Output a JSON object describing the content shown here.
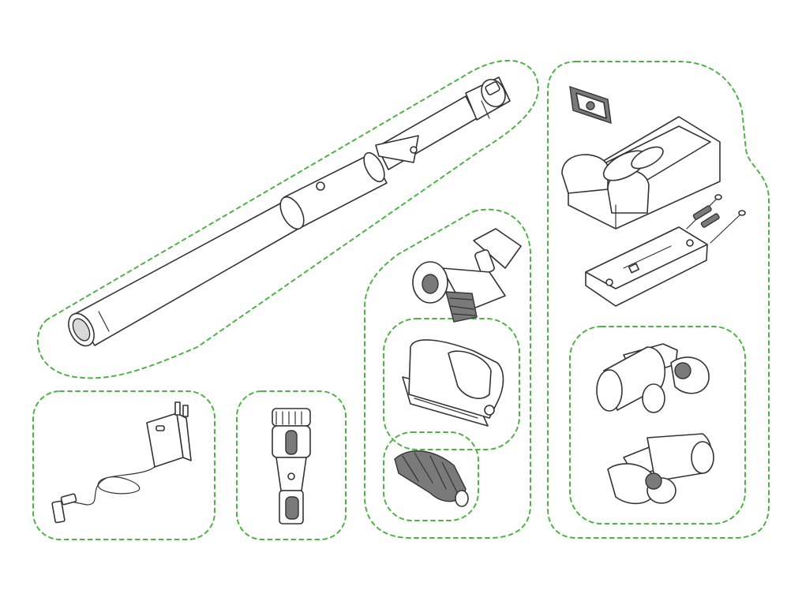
{
  "diagram": {
    "accent_color": "#4cb443",
    "line_color": "#333333",
    "fill_grey": "#7a7a7a",
    "groups": [
      {
        "id": "wand-group",
        "parts": [
          "extension-wand"
        ]
      },
      {
        "id": "charger-group",
        "parts": [
          "plug-charger"
        ]
      },
      {
        "id": "combi-tool-group",
        "parts": [
          "combination-tool"
        ]
      },
      {
        "id": "cleaner-heads-group",
        "parts": [
          "motorbar-head",
          "soft-roller-head",
          "brush-bar"
        ]
      },
      {
        "id": "docks-group",
        "parts": [
          "clip",
          "docking-station",
          "screws-and-wall-plugs",
          "wall-plate",
          "tool-clips"
        ]
      }
    ]
  }
}
